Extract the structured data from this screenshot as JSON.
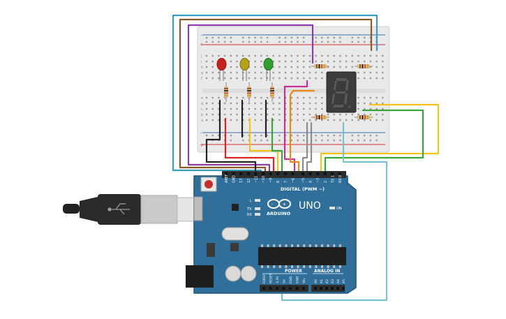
{
  "board": {
    "brand": "ARDUINO",
    "model": "UNO",
    "digital_label": "DIGITAL (PWM ~)",
    "power_label": "POWER",
    "analog_label": "ANALOG IN",
    "on_label": "ON",
    "led_l": "L",
    "led_tx": "TX",
    "led_rx": "RX",
    "digital_pins": [
      "AREF",
      "GND",
      "13",
      "12",
      "~11",
      "~10",
      "~9",
      "8",
      "7",
      "~6",
      "~5",
      "4",
      "~3",
      "2",
      "TX 1",
      "RX 0"
    ],
    "power_pins": [
      "IOREF",
      "RESET",
      "3.3V",
      "5V",
      "GND",
      "GND",
      "Vin"
    ],
    "analog_pins": [
      "A0",
      "A1",
      "A2",
      "A3",
      "A4",
      "A5"
    ]
  },
  "breadboard": {
    "row_letters_top": [
      "j",
      "i",
      "h",
      "g",
      "f"
    ],
    "row_letters_bottom": [
      "e",
      "d",
      "c",
      "b",
      "a"
    ],
    "plus": "+",
    "minus": "-"
  },
  "display": {
    "digit": "8."
  },
  "colors": {
    "board_blue": "#2f6f9a",
    "board_edge": "#1f5677",
    "led_red": "#c8221c",
    "led_yellow": "#b5a21a",
    "led_green": "#2f9e2f",
    "wire_cyan": "#3a9cc2",
    "wire_brown": "#8a5a2b",
    "wire_purple": "#8b3aa8",
    "wire_magenta": "#c62f9a",
    "wire_orange": "#e58a16",
    "wire_yellow": "#f0c419",
    "wire_green": "#3aa53a",
    "wire_red": "#e02121",
    "wire_black": "#222222",
    "wire_gray": "#8c8c8c"
  }
}
